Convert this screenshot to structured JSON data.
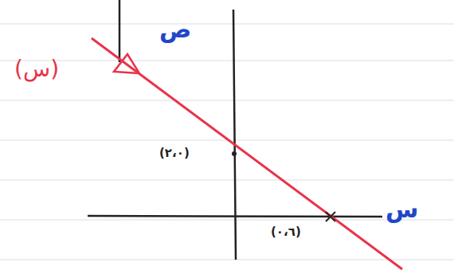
{
  "diagram": {
    "labels": [
      "(س)",
      "ص",
      "(٢،٠)",
      "(٠،٦)",
      "س"
    ]
  }
}
